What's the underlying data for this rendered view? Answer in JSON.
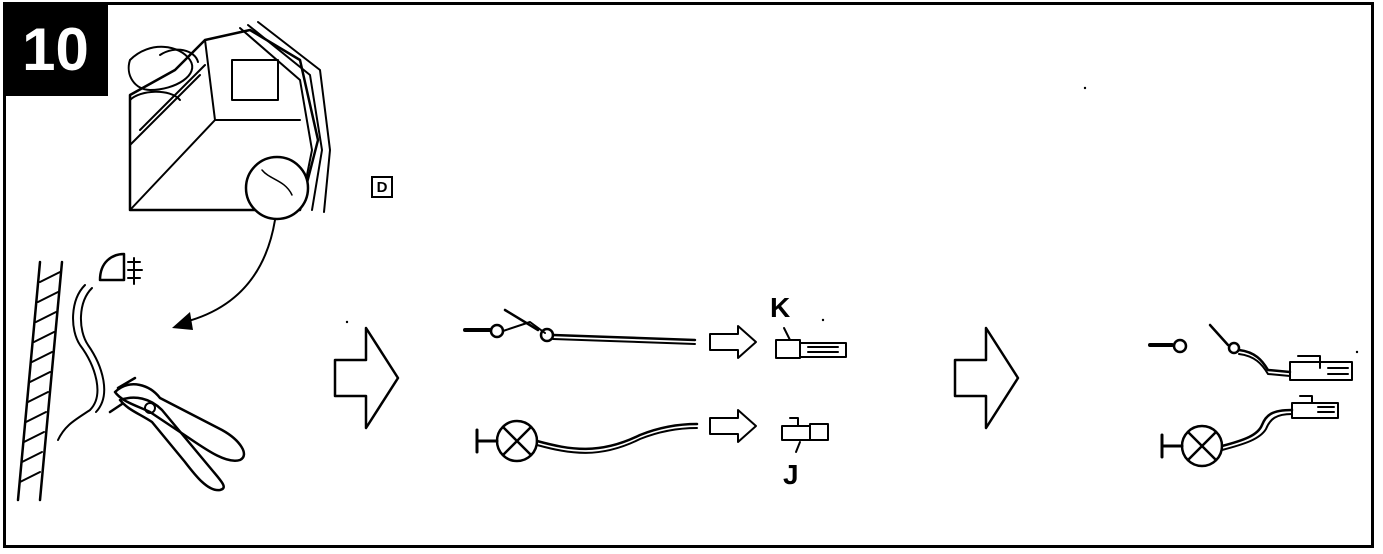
{
  "step": {
    "number": "10"
  },
  "callouts": {
    "d": "D",
    "k": "K",
    "j": "J"
  },
  "colors": {
    "ink": "#000000",
    "paper": "#ffffff",
    "badge": "#000000"
  },
  "icons": [
    "vehicle-rear-view",
    "magnifier-circle",
    "curved-arrow",
    "rear-lamp-icon",
    "wire-cutter-pliers",
    "hollow-arrow",
    "switch-symbol",
    "lamp-symbol",
    "connector-k",
    "connector-j"
  ]
}
